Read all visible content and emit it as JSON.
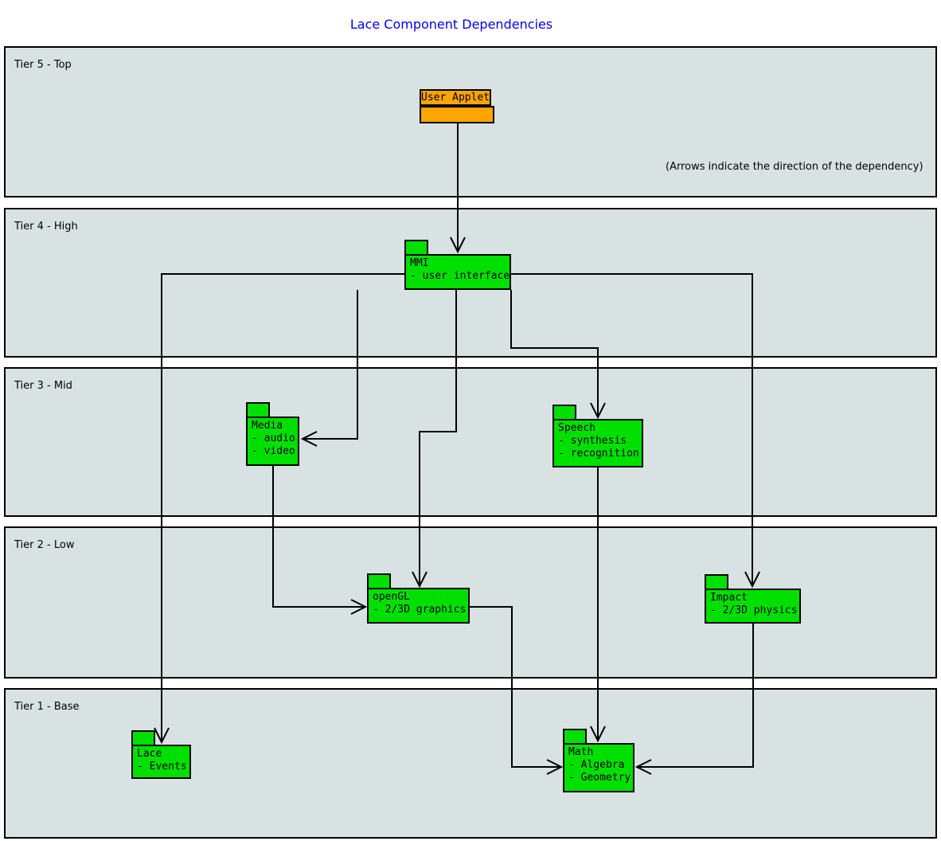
{
  "title": "Lace Component Dependencies",
  "annotation": "(Arrows indicate the direction of the dependency)",
  "tiers": [
    {
      "label": "Tier 5 - Top"
    },
    {
      "label": "Tier 4 - High"
    },
    {
      "label": "Tier 3 - Mid"
    },
    {
      "label": "Tier 2 - Low"
    },
    {
      "label": "Tier 1 - Base"
    }
  ],
  "nodes": {
    "user_applet": {
      "label": "User Applet",
      "tier": "Tier 5 - Top",
      "color": "#ffa500"
    },
    "mmi": {
      "label": "MMI",
      "details": [
        "- user interface"
      ],
      "tier": "Tier 4 - High",
      "color": "#00e000"
    },
    "media": {
      "label": "Media",
      "details": [
        "- audio",
        "- video"
      ],
      "tier": "Tier 3 - Mid",
      "color": "#00e000"
    },
    "speech": {
      "label": "Speech",
      "details": [
        "- synthesis",
        "- recognition"
      ],
      "tier": "Tier 3 - Mid",
      "color": "#00e000"
    },
    "opengl": {
      "label": "openGL",
      "details": [
        "- 2/3D graphics"
      ],
      "tier": "Tier 2 - Low",
      "color": "#00e000"
    },
    "impact": {
      "label": "Impact",
      "details": [
        "- 2/3D physics"
      ],
      "tier": "Tier 2 - Low",
      "color": "#00e000"
    },
    "lace": {
      "label": "Lace",
      "details": [
        "- Events"
      ],
      "tier": "Tier 1 - Base",
      "color": "#00e000"
    },
    "math": {
      "label": "Math",
      "details": [
        "- Algebra",
        "- Geometry"
      ],
      "tier": "Tier 1 - Base",
      "color": "#00e000"
    }
  },
  "edges": [
    {
      "from": "User Applet",
      "to": "MMI"
    },
    {
      "from": "MMI",
      "to": "Media"
    },
    {
      "from": "MMI",
      "to": "Speech"
    },
    {
      "from": "MMI",
      "to": "openGL"
    },
    {
      "from": "MMI",
      "to": "Lace"
    },
    {
      "from": "MMI",
      "to": "Impact"
    },
    {
      "from": "Media",
      "to": "openGL"
    },
    {
      "from": "Speech",
      "to": "Math"
    },
    {
      "from": "openGL",
      "to": "Math"
    },
    {
      "from": "Impact",
      "to": "Math"
    }
  ],
  "colors": {
    "background": "#ffffff",
    "tier_background": "#d8e2e2",
    "node_green": "#00e000",
    "node_orange": "#ffa500",
    "title_text": "#0000ee",
    "line": "#000000"
  }
}
